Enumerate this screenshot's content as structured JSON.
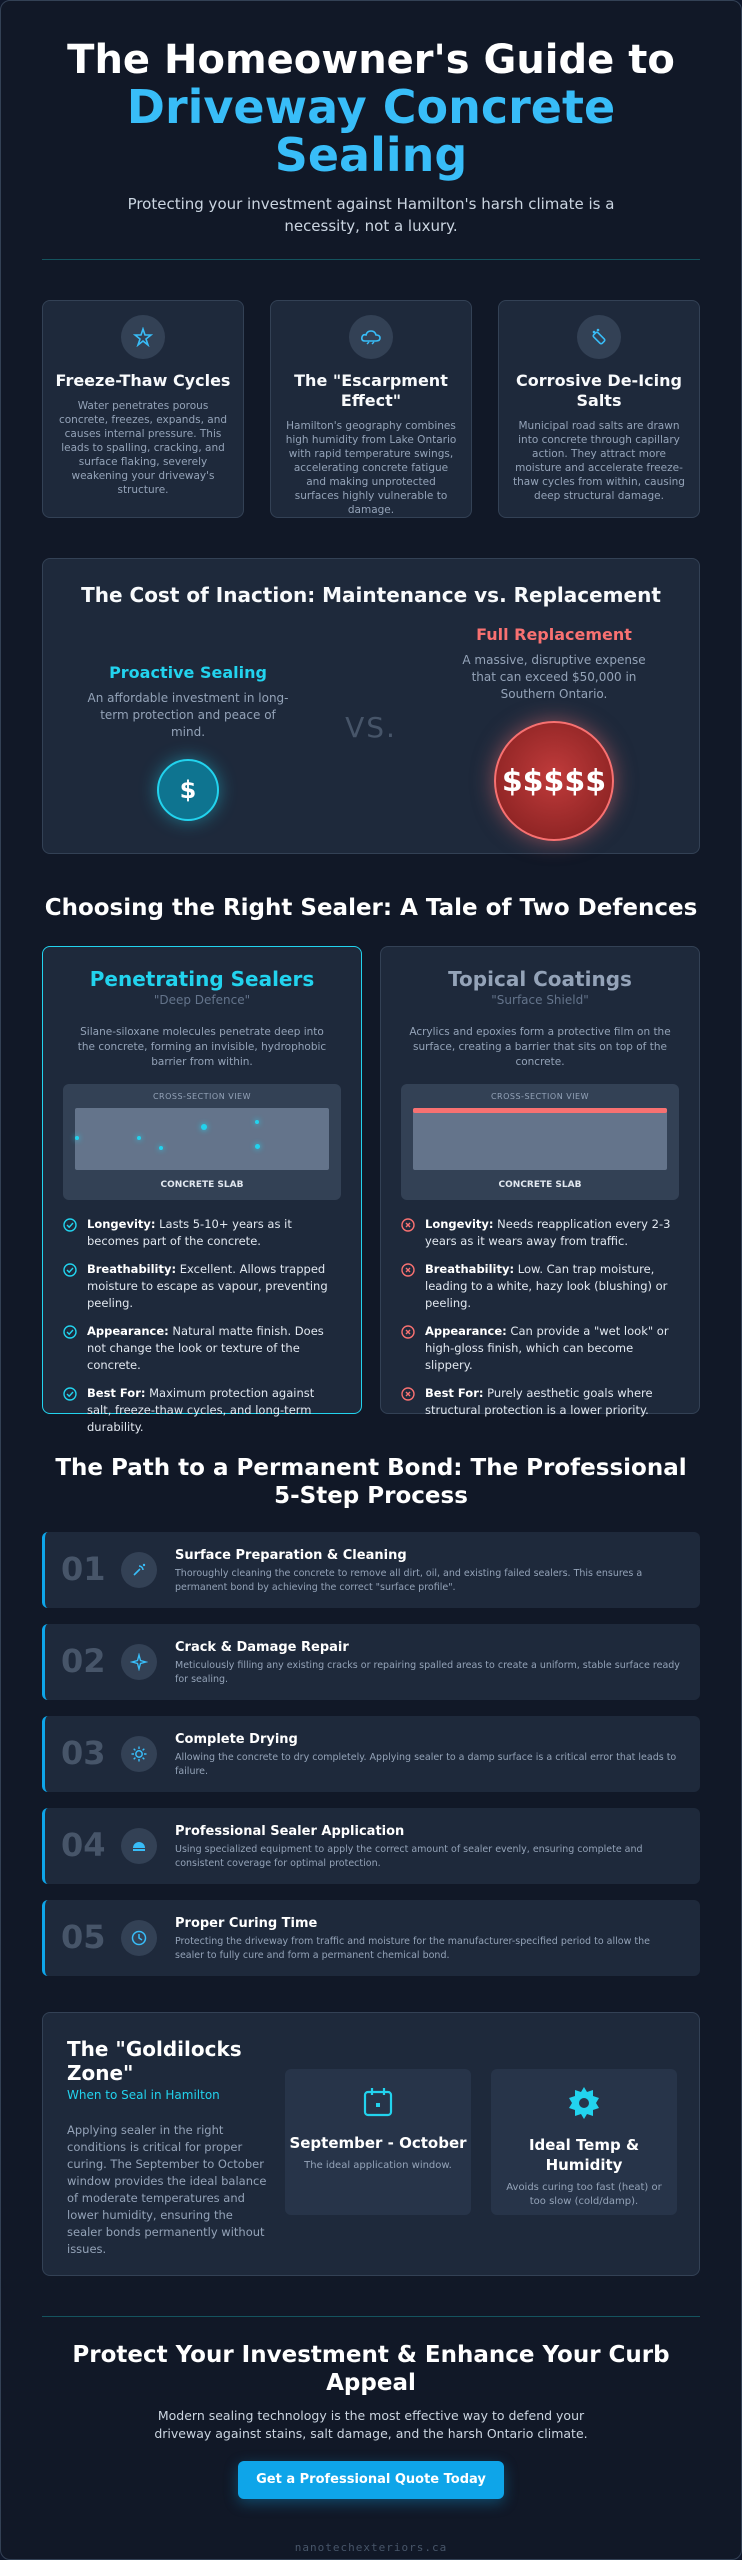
{
  "hero": {
    "title_line1": "The Homeowner's Guide to",
    "title_accent": "Driveway Concrete Sealing",
    "subtitle": "Protecting your investment against Hamilton's harsh climate is a necessity, not a luxury."
  },
  "threats": [
    {
      "icon": "snowflake-icon",
      "title": "Freeze-Thaw Cycles",
      "text": "Water penetrates porous concrete, freezes, expands, and causes internal pressure. This leads to spalling, cracking, and surface flaking, severely weakening your driveway's structure."
    },
    {
      "icon": "cloud-icon",
      "title": "The \"Escarpment Effect\"",
      "text": "Hamilton's geography combines high humidity from Lake Ontario with rapid temperature swings, accelerating concrete fatigue and making unprotected surfaces highly vulnerable to damage."
    },
    {
      "icon": "salt-icon",
      "title": "Corrosive De-Icing Salts",
      "text": "Municipal road salts are drawn into concrete through capillary action. They attract more moisture and accelerate freeze-thaw cycles from within, causing deep structural damage."
    }
  ],
  "cost": {
    "title": "The Cost of Inaction: Maintenance vs. Replacement",
    "left_title": "Proactive Sealing",
    "left_text": "An affordable investment in long-term protection and peace of mind.",
    "left_symbol": "$",
    "vs": "VS.",
    "right_title": "Full Replacement",
    "right_text": "A massive, disruptive expense that can exceed $50,000 in Southern Ontario.",
    "right_symbol": "$$$$$"
  },
  "sealers": {
    "title": "Choosing the Right Sealer: A Tale of Two Defences",
    "penetrating": {
      "title": "Penetrating Sealers",
      "subtitle": "\"Deep Defence\"",
      "desc": "Silane-siloxane molecules penetrate deep into the concrete, forming an invisible, hydrophobic barrier from within.",
      "xsec_caption": "CROSS-SECTION VIEW",
      "xsec_label": "CONCRETE SLAB",
      "items": [
        {
          "label": "Longevity:",
          "text": " Lasts 5-10+ years as it becomes part of the concrete."
        },
        {
          "label": "Breathability:",
          "text": " Excellent. Allows trapped moisture to escape as vapour, preventing peeling."
        },
        {
          "label": "Appearance:",
          "text": " Natural matte finish. Does not change the look or texture of the concrete."
        },
        {
          "label": "Best For:",
          "text": " Maximum protection against salt, freeze-thaw cycles, and long-term durability."
        }
      ]
    },
    "topical": {
      "title": "Topical Coatings",
      "subtitle": "\"Surface Shield\"",
      "desc": "Acrylics and epoxies form a protective film on the surface, creating a barrier that sits on top of the concrete.",
      "xsec_caption": "CROSS-SECTION VIEW",
      "xsec_label": "CONCRETE SLAB",
      "items": [
        {
          "label": "Longevity:",
          "text": " Needs reapplication every 2-3 years as it wears away from traffic."
        },
        {
          "label": "Breathability:",
          "text": " Low. Can trap moisture, leading to a white, hazy look (blushing) or peeling."
        },
        {
          "label": "Appearance:",
          "text": " Can provide a \"wet look\" or high-gloss finish, which can become slippery."
        },
        {
          "label": "Best For:",
          "text": " Purely aesthetic goals where structural protection is a lower priority."
        }
      ]
    }
  },
  "steps": {
    "title": "The Path to a Permanent Bond: The Professional 5-Step Process",
    "items": [
      {
        "num": "01",
        "icon": "spray-icon",
        "title": "Surface Preparation & Cleaning",
        "text": "Thoroughly cleaning the concrete to remove all dirt, oil, and existing failed sealers. This ensures a permanent bond by achieving the correct \"surface profile\"."
      },
      {
        "num": "02",
        "icon": "sparkle-icon",
        "title": "Crack & Damage Repair",
        "text": "Meticulously filling any existing cracks or repairing spalled areas to create a uniform, stable surface ready for sealing."
      },
      {
        "num": "03",
        "icon": "sun-icon",
        "title": "Complete Drying",
        "text": "Allowing the concrete to dry completely. Applying sealer to a damp surface is a critical error that leads to failure."
      },
      {
        "num": "04",
        "icon": "paint-roller-icon",
        "title": "Professional Sealer Application",
        "text": "Using specialized equipment to apply the correct amount of sealer evenly, ensuring complete and consistent coverage for optimal protection."
      },
      {
        "num": "05",
        "icon": "clock-icon",
        "title": "Proper Curing Time",
        "text": "Protecting the driveway from traffic and moisture for the manufacturer-specified period to allow the sealer to fully cure and form a permanent chemical bond."
      }
    ]
  },
  "goldilocks": {
    "title": "The \"Goldilocks Zone\"",
    "subtitle": "When to Seal in Hamilton",
    "text": "Applying sealer in the right conditions is critical for proper curing. The September to October window provides the ideal balance of moderate temperatures and lower humidity, ensuring the sealer bonds permanently without issues.",
    "cards": [
      {
        "icon": "calendar-icon",
        "title": "September - October",
        "text": "The ideal application window."
      },
      {
        "icon": "gear-sun-icon",
        "title": "Ideal Temp & Humidity",
        "text": "Avoids curing too fast (heat) or too slow (cold/damp)."
      }
    ]
  },
  "cta": {
    "title": "Protect Your Investment & Enhance Your Curb Appeal",
    "text": "Modern sealing technology is the most effective way to defend your driveway against stains, salt damage, and the harsh Ontario climate.",
    "button": "Get a Professional Quote Today"
  },
  "footer": "nanotechexteriors.ca",
  "colors": {
    "accent": "#22d3ee",
    "danger": "#f87171",
    "background": "#111827",
    "card": "#1e293b"
  }
}
